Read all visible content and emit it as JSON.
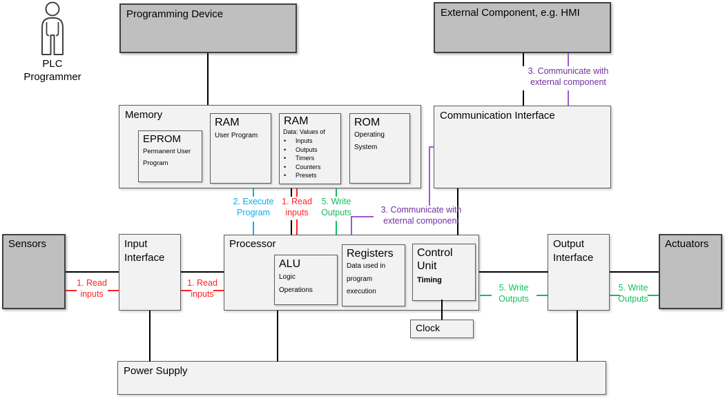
{
  "colors": {
    "box_gray": "#BFBFBF",
    "box_light": "#F2F2F2",
    "border_dark": "#404040",
    "border_mid": "#595959",
    "red": "#FF2121",
    "cyan": "#00B0F0",
    "green": "#12BE5C",
    "purple": "#7030A0",
    "purple_line": "#9C58D0"
  },
  "actors": {
    "plc_programmer": {
      "line1": "PLC",
      "line2": "Programmer"
    }
  },
  "boxes": {
    "programming_device": {
      "label": "Programming Device"
    },
    "external_component": {
      "label": "External Component, e.g. HMI"
    },
    "memory": {
      "label": "Memory",
      "eprom": {
        "title": "EPROM",
        "lines": [
          "Permanent User",
          "Program"
        ]
      },
      "ram_user": {
        "title": "RAM",
        "lines": [
          "User Program"
        ]
      },
      "ram_data": {
        "title": "RAM",
        "subtitle": "Data: Values of",
        "items": [
          "Inputs",
          "Outputs",
          "Timers",
          "Counters",
          "Presets"
        ]
      },
      "rom": {
        "title": "ROM",
        "lines": [
          "Operating",
          "System"
        ]
      }
    },
    "communication_interface": {
      "label": "Communication Interface"
    },
    "sensors": {
      "label": "Sensors"
    },
    "input_interface": {
      "label": "Input Interface"
    },
    "processor": {
      "label": "Processor",
      "alu": {
        "title": "ALU",
        "lines": [
          "Logic",
          "Operations"
        ]
      },
      "registers": {
        "title": "Registers",
        "lines": [
          "Data used in",
          "program",
          "execution"
        ]
      },
      "control_unit": {
        "title": "Control Unit",
        "lines": [
          "Timing"
        ]
      }
    },
    "clock": {
      "label": "Clock"
    },
    "output_interface": {
      "label": "Output Interface"
    },
    "actuators": {
      "label": "Actuators"
    },
    "power_supply": {
      "label": "Power Supply"
    }
  },
  "annotations": {
    "read_inputs": {
      "line1": "1. Read",
      "line2": "inputs"
    },
    "execute_program": {
      "line1": "2. Execute",
      "line2": "Program"
    },
    "write_outputs": {
      "line1": "5. Write",
      "line2": "Outputs"
    },
    "communicate": {
      "line1": "3. Communicate with",
      "line2": "external component"
    }
  }
}
